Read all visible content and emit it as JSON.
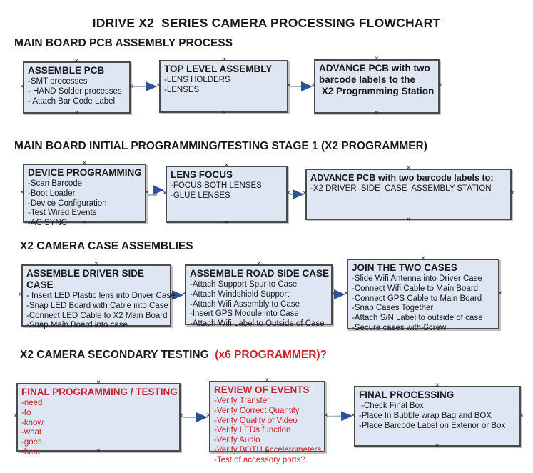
{
  "title": "IDRIVE X2  SERIES CAMERA PROCESSING FLOWCHART",
  "colors": {
    "box_fill": "#dde6f2",
    "box_border": "#4a4a4a",
    "red": "#cc2227",
    "text": "#1a1a1a",
    "arrow_line": "#9fb2cf",
    "arrow_head": "#2e5395"
  },
  "icons": {
    "anchor": "×"
  },
  "sections": [
    {
      "heading": "MAIN BOARD PCB ASSEMBLY PROCESS",
      "boxes": [
        {
          "title": "ASSEMBLE PCB",
          "items": [
            "-SMT processes",
            "- HAND Solder processes",
            "- Attach Bar Code Label"
          ]
        },
        {
          "title": "TOP LEVEL ASSEMBLY",
          "items": [
            "-LENS HOLDERS",
            "-LENSES"
          ]
        },
        {
          "title": "ADVANCE PCB with two\nbarcode labels to the\n X2 Programming Station",
          "items": []
        }
      ]
    },
    {
      "heading": "MAIN BOARD INITIAL PROGRAMMING/TESTING STAGE 1 (X2 PROGRAMMER)",
      "boxes": [
        {
          "title": "DEVICE PROGRAMMING",
          "items": [
            "-Scan Barcode",
            "-Boot Loader",
            "-Device Configuration",
            "-Test Wired Events",
            "-AC SYNC"
          ]
        },
        {
          "title": "LENS FOCUS",
          "items": [
            "-FOCUS BOTH LENSES",
            "-GLUE LENSES"
          ]
        },
        {
          "title": "ADVANCE PCB with two barcode labels to:",
          "items": [
            "-X2 DRIVER  SIDE  CASE  ASSEMBLY STATION"
          ]
        }
      ]
    },
    {
      "heading": "X2 CAMERA CASE ASSEMBLIES",
      "boxes": [
        {
          "title": "ASSEMBLE DRIVER SIDE CASE",
          "items": [
            "- Insert LED Plastic lens into Driver Case",
            "-Snap LED Board with Cable into Case",
            "-Connect LED Cable to X2 Main Board",
            "-Snap Main Board into case"
          ]
        },
        {
          "title": "ASSEMBLE ROAD SIDE CASE",
          "items": [
            "-Attach Support Spur to Case",
            "-Attach Windshield Support",
            "-Attach Wifi Assembly to Case",
            "-Insert GPS Module into Case",
            "-Attach Wifi Label to Outside of Case"
          ]
        },
        {
          "title": "JOIN THE TWO CASES",
          "items": [
            "-Slide Wifi Antenna into Driver Case",
            "-Connect Wifi Cable to Main Board",
            "-Connect GPS Cable to Main Board",
            "-Snap Cases Together",
            "-Attach S/N Label to outside of case",
            "-Secure cases with Screw"
          ]
        }
      ]
    },
    {
      "heading": "X2 CAMERA SECONDARY TESTING  ",
      "heading_suffix": "(x6 PROGRAMMER)?",
      "boxes": [
        {
          "title": "FINAL PROGRAMMING / TESTING",
          "red": true,
          "items": [
            "-need",
            "-to",
            "-know",
            "-what",
            "-goes",
            "-here"
          ]
        },
        {
          "title": "REVIEW OF EVENTS",
          "red": true,
          "items": [
            "-Verify Transfer",
            "-Verify Correct Quantity",
            "-Verify Quality of Video",
            "-Verify LEDs function",
            "-Verify Audio",
            "-Verify BOTH Accelerometers",
            "-Test of accessory ports?"
          ]
        },
        {
          "title": "FINAL PROCESSING",
          "items": [
            " -Check Final Box",
            "-Place In Bubble wrap Bag and BOX",
            "-Place Barcode Label on Exterior or Box"
          ]
        }
      ]
    }
  ]
}
